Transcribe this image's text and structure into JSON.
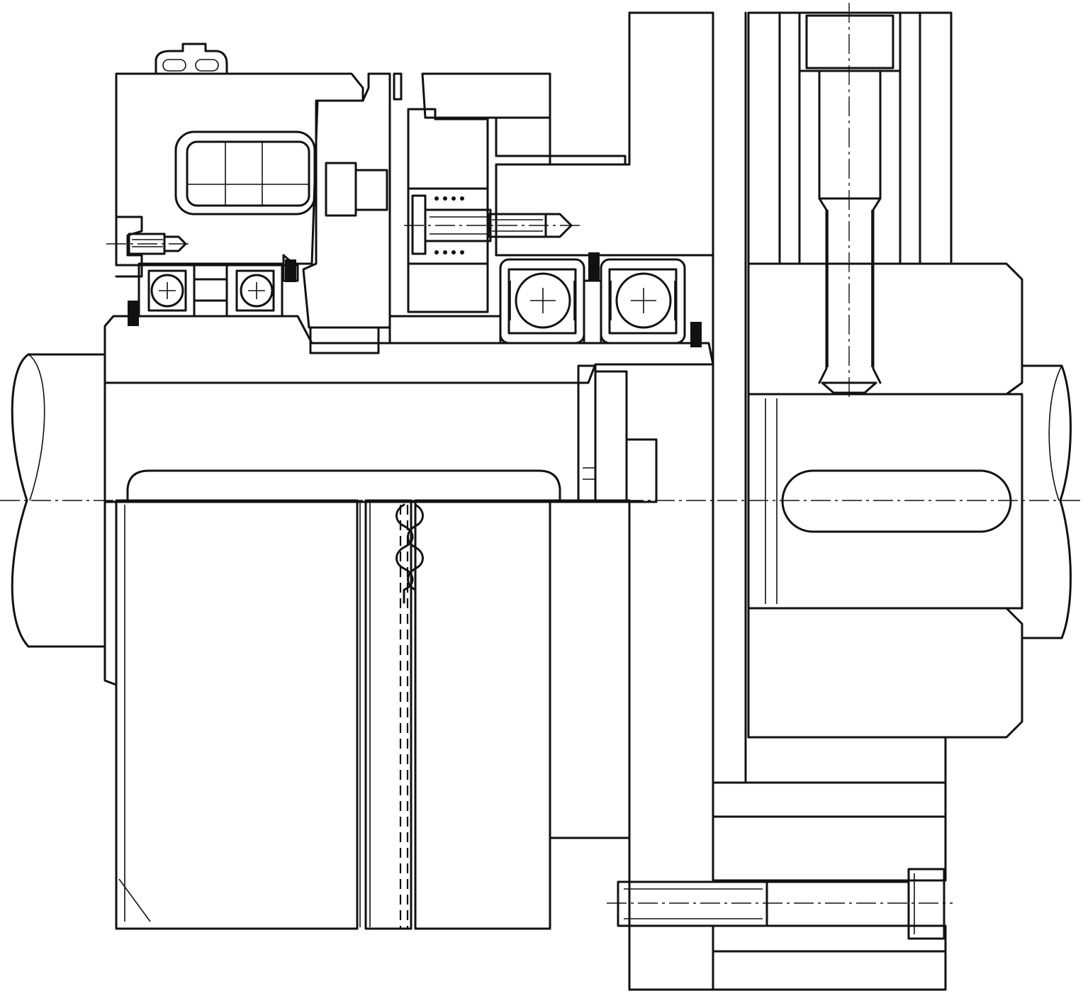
{
  "drawing": {
    "kind": "mechanical cross-section",
    "line_color": "#111111",
    "background_color": "#ffffff",
    "parts": [
      "shaft-left",
      "shaft-right",
      "magnet-housing",
      "electromagnet-coil",
      "hub-sleeve",
      "ball-bearing-left-a",
      "ball-bearing-left-b",
      "ball-bearing-right-a",
      "ball-bearing-right-b",
      "armature-disc",
      "drive-flange",
      "coupling-hub",
      "coupling-bolt",
      "radial-bolt",
      "axial-bolt",
      "spring-plunger",
      "key-slot",
      "outer-sleeve"
    ]
  }
}
